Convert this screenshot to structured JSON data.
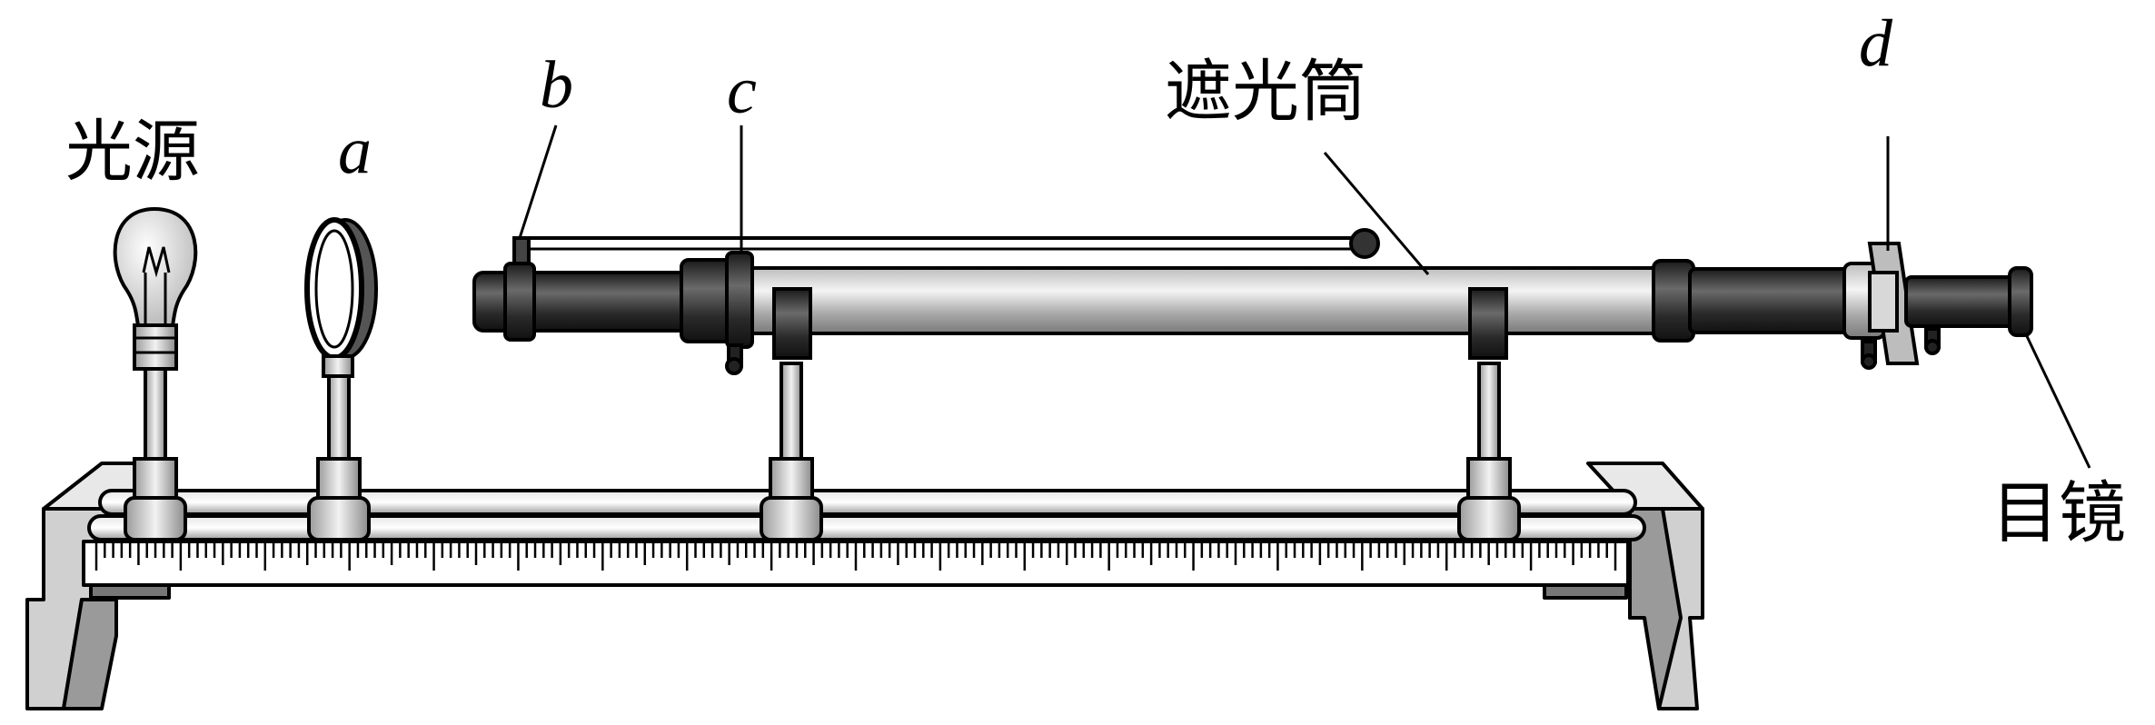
{
  "labels": {
    "light_source": "光源",
    "a": "a",
    "b": "b",
    "c": "c",
    "d": "d",
    "shade_tube": "遮光筒",
    "eyepiece": "目镜"
  },
  "colors": {
    "outline": "#000000",
    "dark_metal": "#2a2a2a",
    "mid_gray": "#9a9a9a",
    "light_gray": "#dcdcdc",
    "white": "#ffffff"
  },
  "ruler": {
    "minor_ticks": 180,
    "major_every": 10
  }
}
